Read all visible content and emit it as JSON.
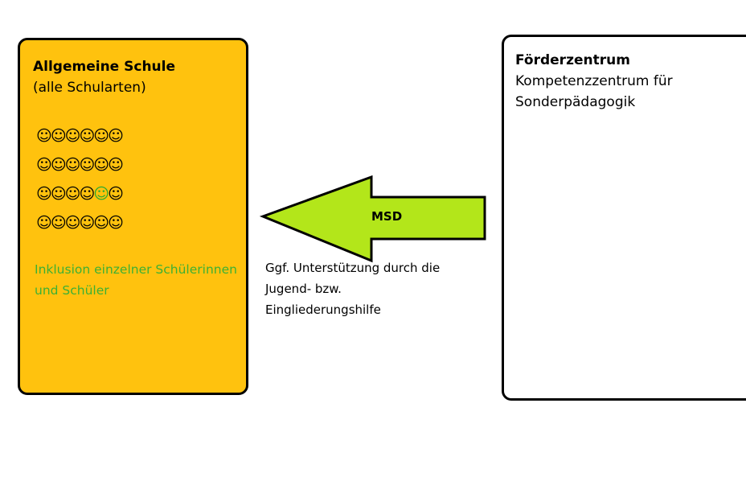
{
  "school": {
    "title": "Allgemeine Schule",
    "subtitle": "(alle Schularten)",
    "smiley_rows": [
      [
        "☺",
        "☺",
        "☺",
        "☺",
        "☺",
        "☺"
      ],
      [
        "☺",
        "☺",
        "☺",
        "☺",
        "☺",
        "☺"
      ],
      [
        "☺",
        "☺",
        "☺",
        "☺",
        "☺",
        "☺"
      ],
      [
        "☺",
        "☺",
        "☺",
        "☺",
        "☺",
        "☺"
      ]
    ],
    "highlighted_smiley": {
      "row": 2,
      "col": 4
    },
    "inclusion_text": "Inklusion einzelner Schülerinnen und Schüler",
    "inclusion_color": "#3cb034",
    "background": "#ffc20e"
  },
  "center": {
    "title": "Förderzentrum",
    "subtitle": "Kompetenzzentrum für Sonderpädagogik"
  },
  "arrow": {
    "label": "MSD",
    "fill": "#b3e61a",
    "direction": "left"
  },
  "support_text": "Ggf. Unterstützung durch die Jugend- bzw. Eingliederungshilfe"
}
